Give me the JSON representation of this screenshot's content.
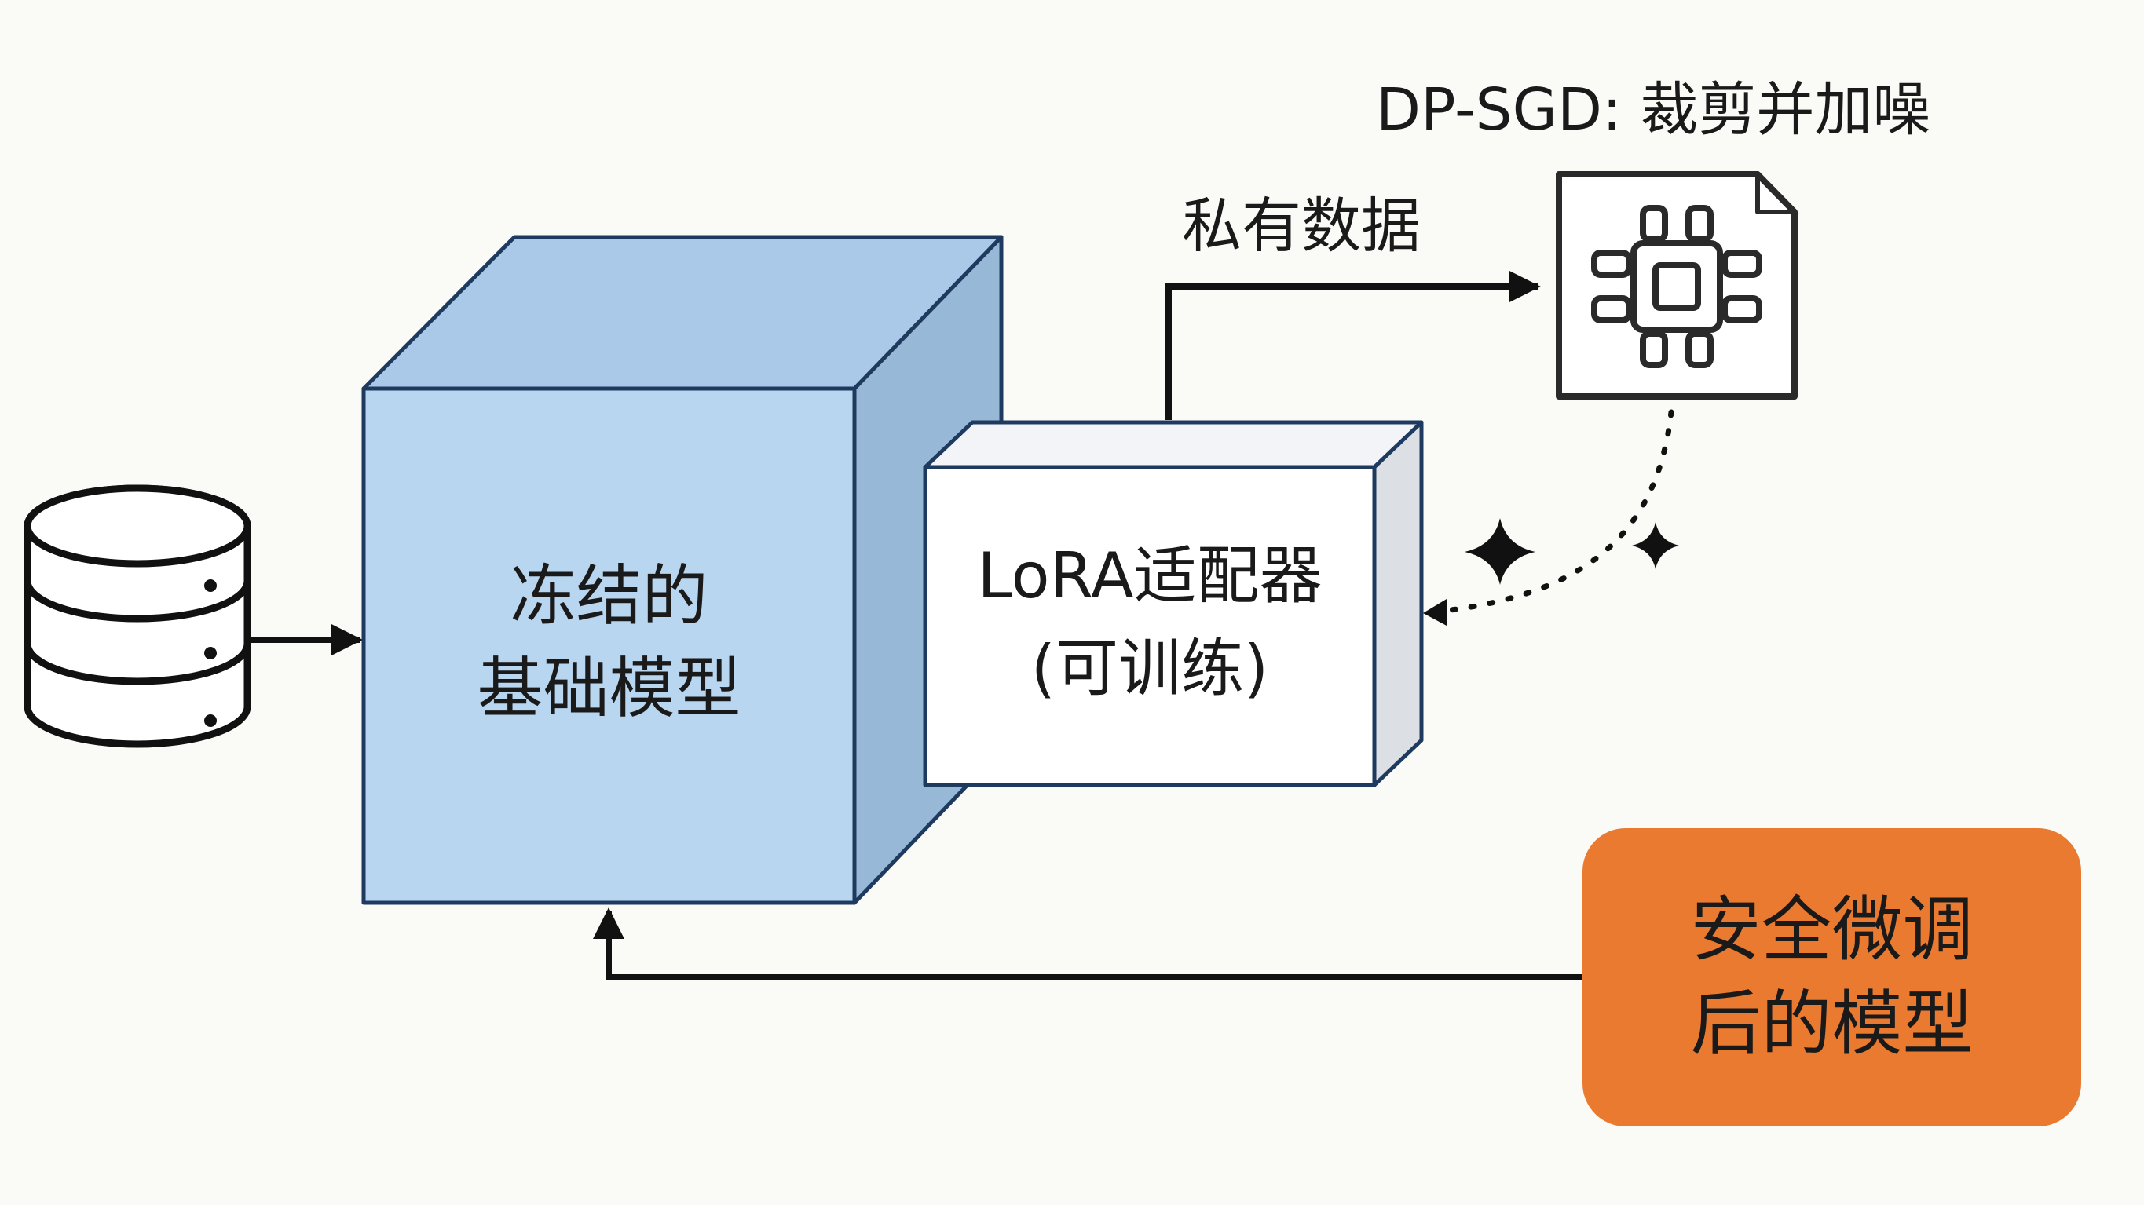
{
  "frozen_model": {
    "line1": "冻结的",
    "line2": "基础模型"
  },
  "lora": {
    "line1": "LoRA适配器",
    "line2": "(可训练)"
  },
  "private_data_label": "私有数据",
  "dp_sgd_label": "DP-SGD: 裁剪并加噪",
  "output": {
    "line1": "安全微调",
    "line2": "后的模型"
  },
  "icons": [
    "database-icon",
    "chip-document-icon",
    "sparkle-icon"
  ],
  "colors": {
    "cube_front": "#b9d6f0",
    "cube_top": "#aac8e8",
    "cube_side": "#98b8d8",
    "outline": "#1f3a5f",
    "output_fill": "#ea7a30",
    "arrow": "#111111"
  }
}
